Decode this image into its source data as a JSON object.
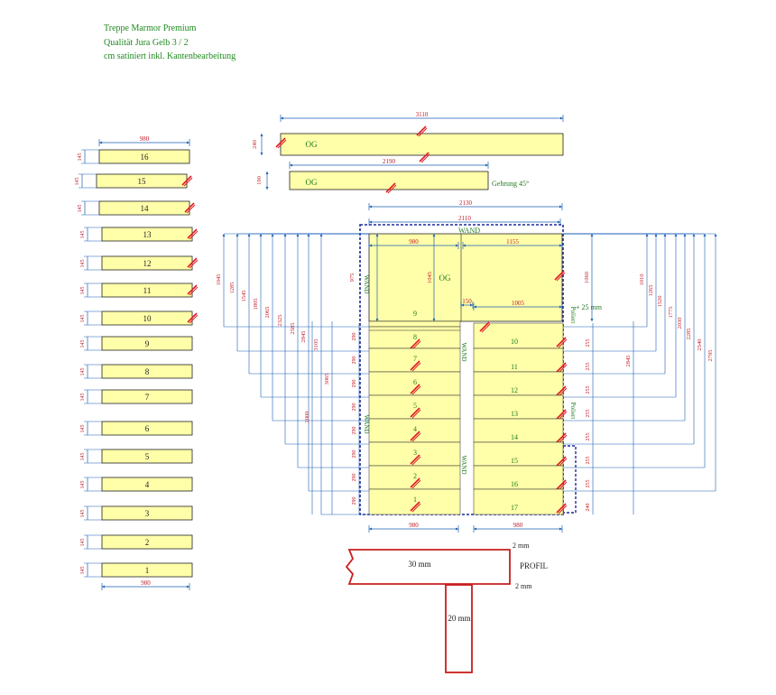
{
  "header": {
    "line1": "Treppe Marmor Premium",
    "line2": "Qualität Jura Gelb 3 / 2",
    "line3": "cm satiniert inkl. Kantenbearbeitung"
  },
  "colors": {
    "slab_fill": "#ffffaa",
    "dimension": "#1a5fb4",
    "dimension_text": "#c01c28",
    "label_text": "#1f7a1f",
    "polish_mark": "#e01b24",
    "profile": "#c81e1e",
    "wall_outline": "#1c2a9a"
  },
  "steps_list": {
    "width_label": "980",
    "height_label": "145",
    "numbers": [
      "16",
      "15",
      "14",
      "13",
      "12",
      "11",
      "10",
      "9",
      "8",
      "7",
      "6",
      "5",
      "4",
      "3",
      "2",
      "1"
    ]
  },
  "landings": {
    "top": {
      "label": "OG",
      "length_label": "3110",
      "height_label": "240"
    },
    "second": {
      "label": "OG",
      "length_label": "2190",
      "height_label": "190",
      "note": "Gehrung 45°"
    }
  },
  "plan": {
    "total_width_top": "2130",
    "total_width_inner": "2110",
    "wall_label": "WAND",
    "left_top_width": "980",
    "right_top_width": "1155",
    "og_label": "OG",
    "gap_label": "150",
    "right_inner_width": "1005",
    "right_depth": "1060",
    "left_depth": "975",
    "mid_depth": "1045",
    "polish_note": "+ 25 mm",
    "polish_label": "Poliert",
    "bottom_left_width": "980",
    "bottom_right_width": "980",
    "left_steps": [
      "9",
      "8",
      "7",
      "6",
      "5",
      "4",
      "3",
      "2",
      "1"
    ],
    "right_steps": [
      "10",
      "11",
      "12",
      "13",
      "14",
      "15",
      "16",
      "17"
    ],
    "left_riser_labels": [
      "290",
      "290",
      "290",
      "290",
      "290",
      "290",
      "290",
      "290"
    ],
    "right_riser_labels": [
      "255",
      "255",
      "255",
      "255",
      "255",
      "255",
      "255",
      "240"
    ],
    "left_outer_dims": [
      "1045",
      "1285",
      "1545",
      "1805",
      "2065",
      "2325",
      "2585",
      "2845",
      "3105"
    ],
    "left_inner_dims": [
      "3065",
      "2000"
    ],
    "right_outer_dims": [
      "1010",
      "1265",
      "1520",
      "1775",
      "2030",
      "2285",
      "2540",
      "2795"
    ],
    "right_inner_dim": "2845"
  },
  "profile": {
    "top_thickness": "30 mm",
    "riser_thickness": "20 mm",
    "offset_top": "2 mm",
    "offset_bottom": "2 mm",
    "title": "PROFIL"
  }
}
